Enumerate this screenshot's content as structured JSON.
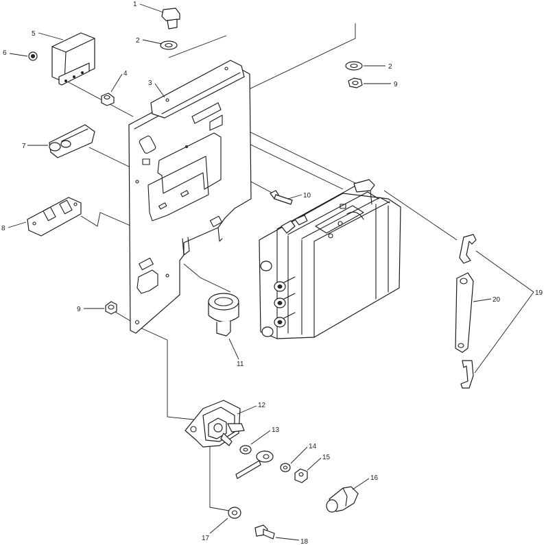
{
  "callouts": {
    "c1": "1",
    "c2a": "2",
    "c2b": "2",
    "c3": "3",
    "c4": "4",
    "c5": "5",
    "c6": "6",
    "c7": "7",
    "c8": "8",
    "c9a": "9",
    "c9b": "9",
    "c10": "10",
    "c11": "11",
    "c12": "12",
    "c13": "13",
    "c14": "14",
    "c15": "15",
    "c16": "16",
    "c17": "17",
    "c18": "18",
    "c19": "19",
    "c20": "20"
  }
}
